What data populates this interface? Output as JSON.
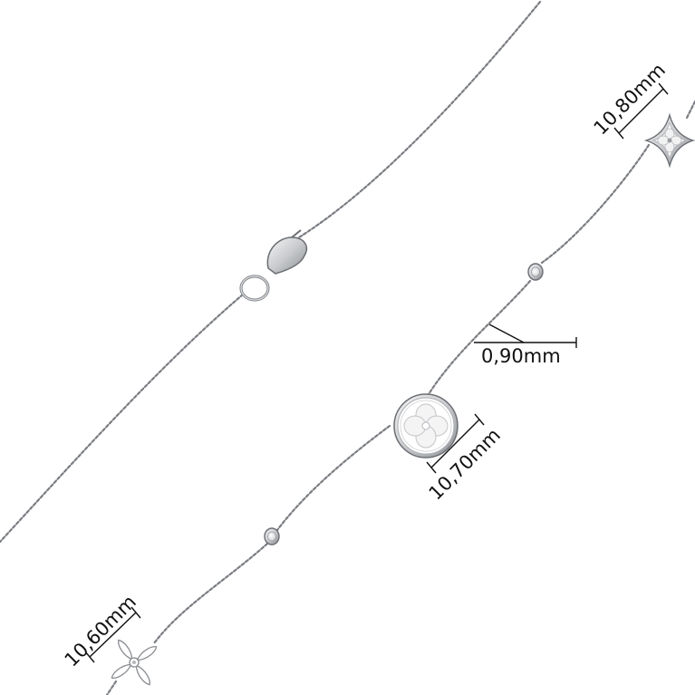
{
  "colors": {
    "background": "#ffffff",
    "chain": "#7a7d82",
    "metal_dark": "#6b6e73",
    "metal_light": "#e9eaec",
    "charm_white": "#ffffff",
    "dimension_line": "#111111"
  },
  "dimensions": {
    "star_charm": "10,80mm",
    "chain_thickness": "0,90mm",
    "round_charm": "10,70mm",
    "flower_charm": "10,60mm"
  },
  "icons": [
    "star-charm-icon",
    "round-flower-charm-icon",
    "flower-charm-icon",
    "bezel-stone-icon",
    "lobster-clasp-icon",
    "jump-ring-icon"
  ]
}
